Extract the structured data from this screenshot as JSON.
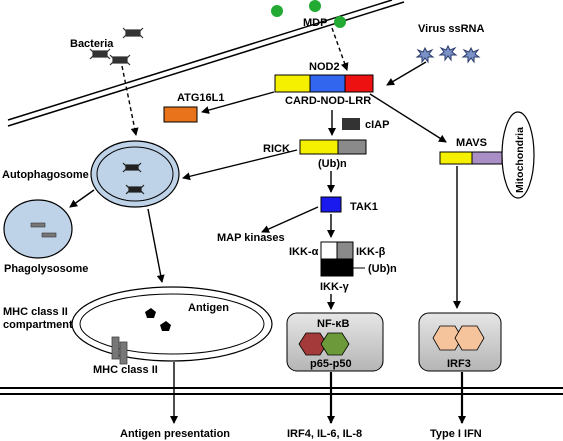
{
  "labels": {
    "mdp": "MDP",
    "virus": "Virus ssRNA",
    "bacteria": "Bacteria",
    "nod2": "NOD2",
    "card_nod_lrr": "CARD-NOD-LRR",
    "atg16l1": "ATG16L1",
    "ciap": "cIAP",
    "rick": "RICK",
    "ub_n_1": "(Ub)n",
    "mavs": "MAVS",
    "mitochondria": "Mitochondria",
    "autophagosome": "Autophagosome",
    "tak1": "TAK1",
    "map_kinases": "MAP kinases",
    "ikk_alpha": "IKK-α",
    "ikk_beta": "IKK-β",
    "ub_n_2": "(Ub)n",
    "ikk_gamma": "IKK-γ",
    "phagolysosome": "Phagolysosome",
    "mhc_compartment_1": "MHC class II",
    "mhc_compartment_2": "compartment",
    "antigen": "Antigen",
    "nfkb": "NF-κB",
    "p65p50": "p65-p50",
    "irf3": "IRF3",
    "mhc_class_ii": "MHC class II",
    "antigen_presentation": "Antigen presentation",
    "irf4": "IRF4, IL-6, IL-8",
    "type1_ifn": "Type I IFN"
  },
  "colors": {
    "yellow": "#f5f000",
    "blue": "#3366ee",
    "red": "#ee1111",
    "orange": "#e8731b",
    "grey": "#8a8a8a",
    "dark": "#333333",
    "tak1_blue": "#1a1aee",
    "lavender": "#a98fc6",
    "green": "#22aa33",
    "cell_blue": "#bfd3e8",
    "nfkb_red": "#a43a3a",
    "nfkb_green": "#6c9a3a",
    "irf3_peach": "#f6c49c"
  }
}
